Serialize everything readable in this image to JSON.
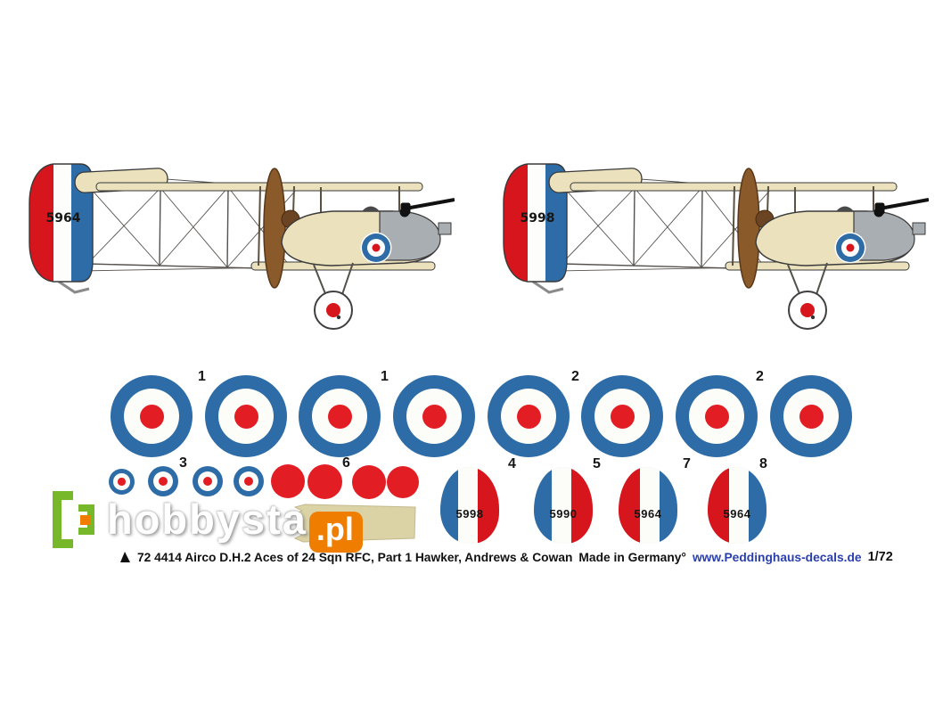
{
  "colors": {
    "roundel_blue": "#2d6ca6",
    "roundel_red": "#e21d24",
    "stripe_red": "#d6161c",
    "airframe_cream": "#ebe2bd",
    "propeller_brown": "#8a5a2b",
    "metal_gray": "#a9aeb3",
    "watermark_green": "#76b82a",
    "watermark_orange": "#ef7d00",
    "website_blue": "#2a3fae"
  },
  "aircraft_profiles": [
    {
      "serial": "5964"
    },
    {
      "serial": "5998"
    }
  ],
  "large_roundels": {
    "count": 8,
    "labels": [
      {
        "text": "1"
      },
      {
        "text": "1"
      },
      {
        "text": "2"
      },
      {
        "text": "2"
      }
    ]
  },
  "small_roundels": {
    "count": 4,
    "label": "3"
  },
  "red_dots": {
    "count": 4,
    "label": "6"
  },
  "rudder_decals": [
    {
      "label": "4",
      "serial": "5998",
      "stripes": [
        "blue",
        "white",
        "red"
      ]
    },
    {
      "label": "5",
      "serial": "5990",
      "stripes": [
        "blue",
        "white",
        "red"
      ]
    },
    {
      "label": "7",
      "serial": "5964",
      "stripes": [
        "red",
        "white",
        "blue"
      ]
    },
    {
      "label": "8",
      "serial": "5964",
      "stripes": [
        "red",
        "white",
        "blue"
      ]
    }
  ],
  "caption": {
    "title": "72 4414 Airco D.H.2 Aces of 24 Sqn RFC, Part 1 Hawker, Andrews & Cowan",
    "made_in": "Made in Germany°",
    "website": "www.Peddinghaus-decals.de",
    "scale": "1/72"
  },
  "watermark": {
    "brand": "hobbysta",
    "tld": ".pl"
  }
}
